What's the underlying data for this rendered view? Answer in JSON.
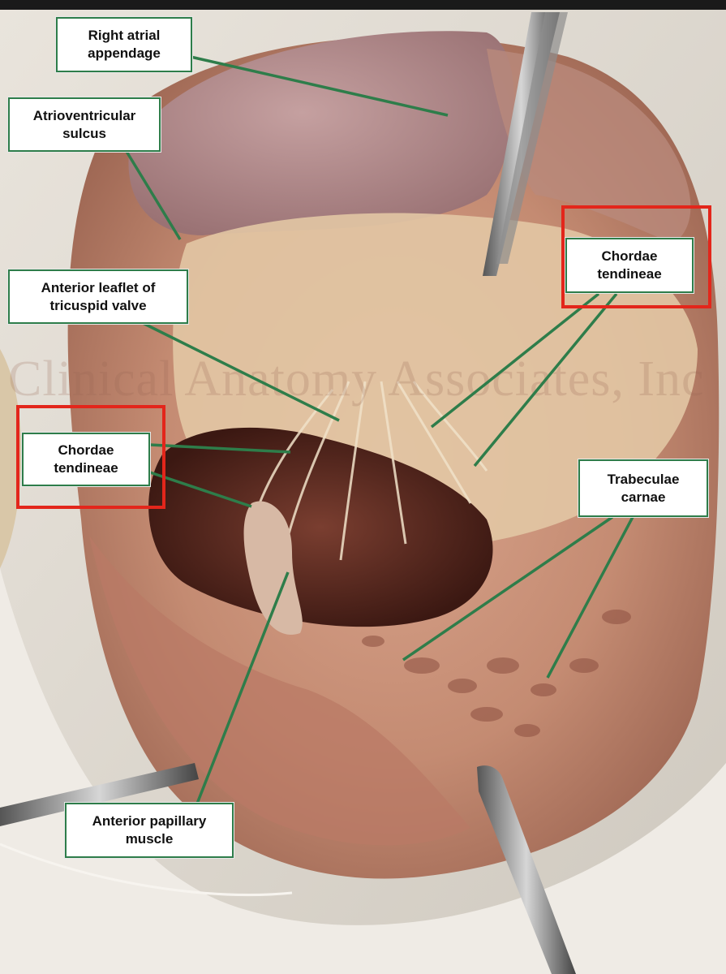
{
  "image": {
    "subject": "Dissected heart, opened right ventricle",
    "colors": {
      "frame": "#1a1a1a",
      "tissue": "#c9917a",
      "leader": "#2e7d4a",
      "highlight": "#e3261b",
      "tray": "#e7e3dc"
    }
  },
  "labels": {
    "right_atrial_appendage": "Right atrial\nappendage",
    "atrioventricular_sulcus": "Atrioventricular\nsulcus",
    "anterior_leaflet": "Anterior leaflet of\ntricuspid valve",
    "chordae_left": "Chordae\ntendineae",
    "chordae_right": "Chordae\ntendineae",
    "trabeculae": "Trabeculae\ncarnae",
    "anterior_papillary": "Anterior papillary\nmuscle"
  },
  "watermark": "Clinical Anatomy Associates, Inc"
}
